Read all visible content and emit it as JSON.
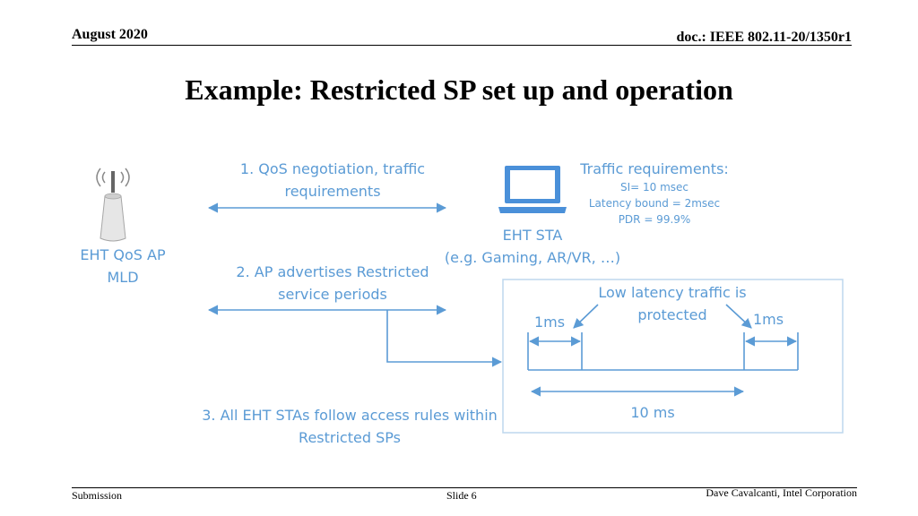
{
  "header": {
    "date": "August 2020",
    "doc_id": "doc.: IEEE 802.11-20/1350r1"
  },
  "slide": {
    "title": "Example: Restricted SP set up and operation"
  },
  "ap": {
    "label_line1": "EHT QoS AP",
    "label_line2": "MLD",
    "icon": "wifi-access-point-icon"
  },
  "sta": {
    "label_line1": "EHT STA",
    "label_line2": "(e.g. Gaming, AR/VR, …)",
    "icon": "laptop-icon"
  },
  "steps": {
    "step1_line1": "1. QoS negotiation, traffic",
    "step1_line2": "requirements",
    "step2_line1": "2. AP advertises Restricted",
    "step2_line2": "service periods",
    "step3_line1": "3. All EHT STAs follow access rules within",
    "step3_line2": "Restricted SPs"
  },
  "traffic": {
    "heading": "Traffic requirements:",
    "si": "SI= 10 msec",
    "latency": "Latency bound = 2msec",
    "pdr": "PDR = 99.9%"
  },
  "timeline": {
    "protected_line1": "Low latency traffic is",
    "protected_line2": "protected",
    "sp_left": "1ms",
    "sp_right": "1ms",
    "interval": "10 ms"
  },
  "footer": {
    "left": "Submission",
    "center": "Slide 6",
    "right": "Dave Cavalcanti, Intel Corporation"
  },
  "colors": {
    "accent": "#5b9bd5",
    "text": "#000000"
  }
}
